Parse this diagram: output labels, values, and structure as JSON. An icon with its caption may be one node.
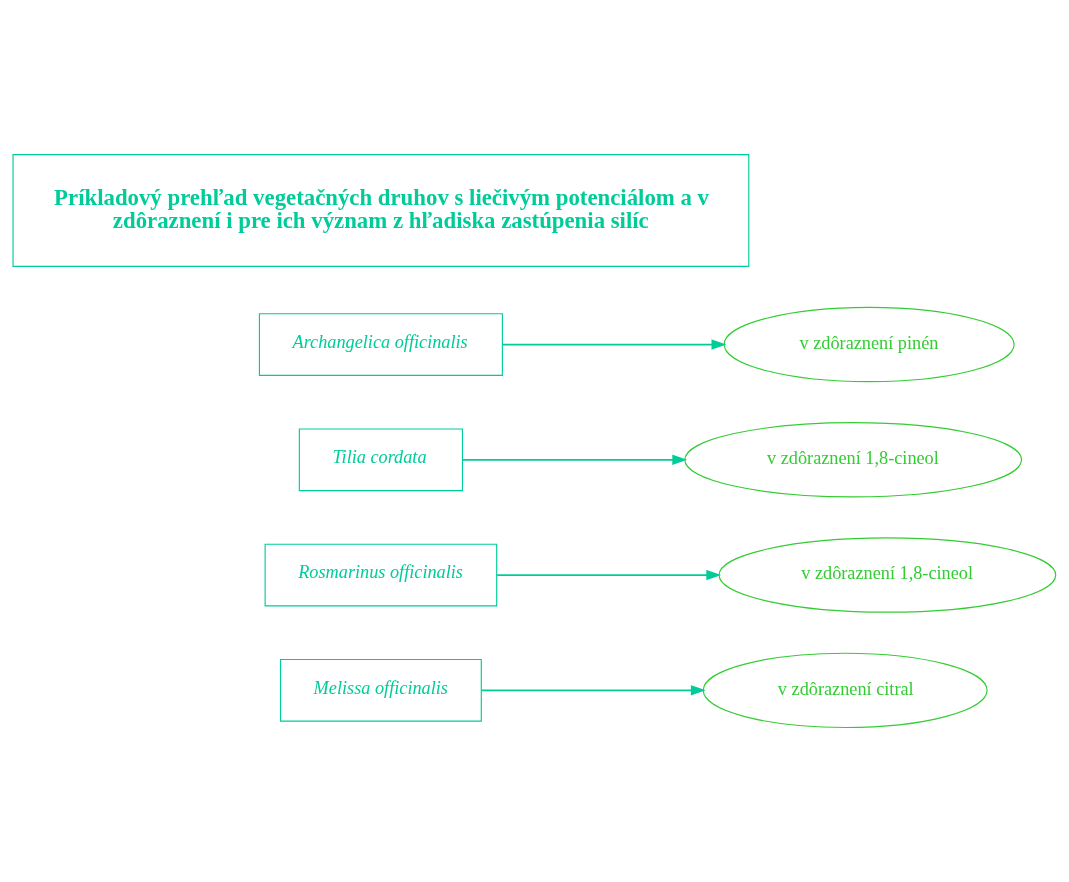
{
  "diagram": {
    "nodes": [
      {
        "text": [
          "Príkladový prehľad vegetačných druhov s liečivým potenciálom a v zdôraznení i pre ich význam z hľadiska zastúpenia silíc"
        ]
      },
      {
        "text": [
          "Archangelica officinalis"
        ]
      },
      {
        "text": [
          "v zdôraznení pinén"
        ]
      },
      {
        "text": [
          "Tilia cordata"
        ]
      },
      {
        "text": [
          "v zdôraznení 1,8-cineol"
        ]
      },
      {
        "text": [
          "Rosmarinus officinalis"
        ]
      },
      {
        "text": [
          "v zdôraznení 1,8-cineol"
        ]
      },
      {
        "text": [
          "Melissa officinalis"
        ]
      },
      {
        "text": [
          "v zdôraznení citral"
        ]
      }
    ],
    "edges": [
      {
        "from": 1,
        "to": 2,
        "arrow": "to"
      },
      {
        "from": 3,
        "to": 4,
        "arrow": "to"
      },
      {
        "from": 5,
        "to": 6,
        "arrow": "to"
      },
      {
        "from": 7,
        "to": 8,
        "arrow": "to"
      }
    ]
  }
}
